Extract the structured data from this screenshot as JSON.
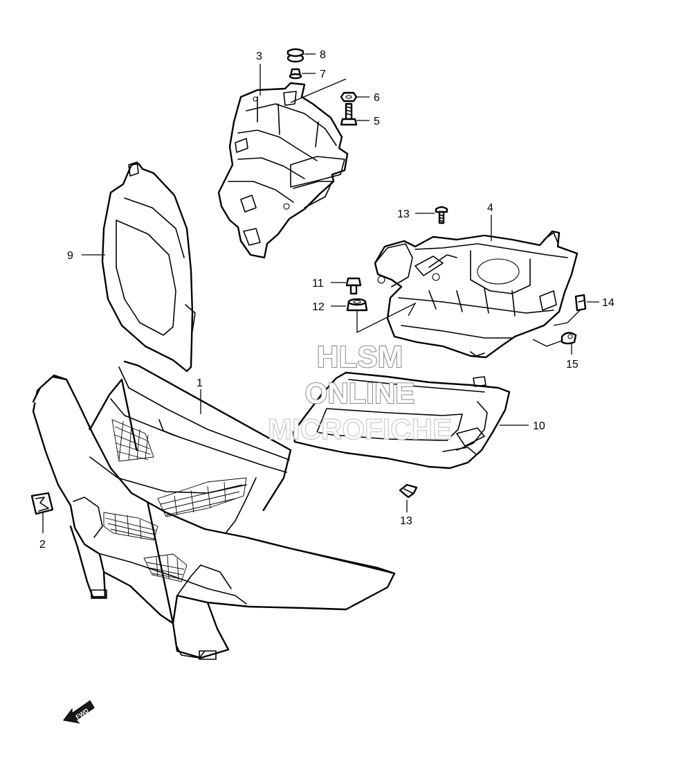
{
  "callouts": {
    "c1": "1",
    "c2": "2",
    "c3": "3",
    "c4": "4",
    "c5": "5",
    "c6": "6",
    "c7": "7",
    "c8": "8",
    "c9": "9",
    "c10": "10",
    "c11": "11",
    "c12": "12",
    "c13a": "13",
    "c13b": "13",
    "c14": "14",
    "c15": "15"
  },
  "watermark": {
    "line1": "HLSM",
    "line2": "ONLINE",
    "line3": "MICROFICHE"
  },
  "fwd_arrow": {
    "label": "FWD"
  },
  "colors": {
    "line": "#000000",
    "background": "#ffffff",
    "watermark_outline": "#7a7a7a"
  }
}
